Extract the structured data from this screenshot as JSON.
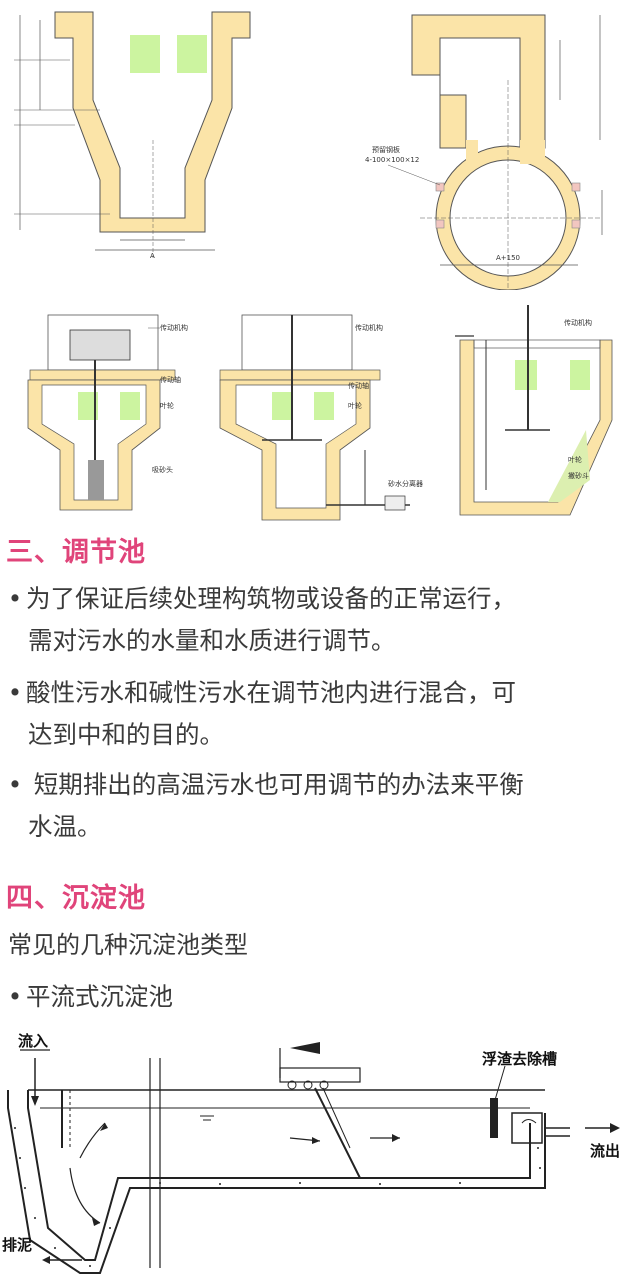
{
  "colors": {
    "concrete": "#fbe4a8",
    "green": "#ccf4a0",
    "heading": "#e0447a",
    "line": "#444444"
  },
  "fig_top": {
    "left_a": "A",
    "right_label": "预留钢板",
    "right_spec": "4-100×100×12",
    "right_a": "A+150"
  },
  "fig_mid": {
    "p1_l1": "传动机构",
    "p1_l2": "传动轴",
    "p1_l3": "叶轮",
    "p1_l4": "吸砂头",
    "p2_l1": "传动机构",
    "p2_l2": "传动轴",
    "p2_l3": "叶轮",
    "p2_l4": "砂水分离器",
    "p3_l1": "传动机构",
    "p3_l2": "叶轮",
    "p3_l3": "撇砂斗"
  },
  "section3": {
    "title": "三、调节池",
    "b1_l1": "为了保证后续处理构筑物或设备的正常运行，",
    "b1_l2": "需对污水的水量和水质进行调节。",
    "b2_l1": "酸性污水和碱性污水在调节池内进行混合，可",
    "b2_l2": "达到中和的目的。",
    "b3_l1": " 短期排出的高温污水也可用调节的办法来平衡",
    "b3_l2": "水温。"
  },
  "section4": {
    "title": "四、沉淀池",
    "subtitle": "常见的几种沉淀池类型",
    "b1": "平流式沉淀池"
  },
  "fig_bottom": {
    "inflow": "流入",
    "outflow": "流出",
    "scum": "浮渣去除槽",
    "sludge": "排泥"
  }
}
